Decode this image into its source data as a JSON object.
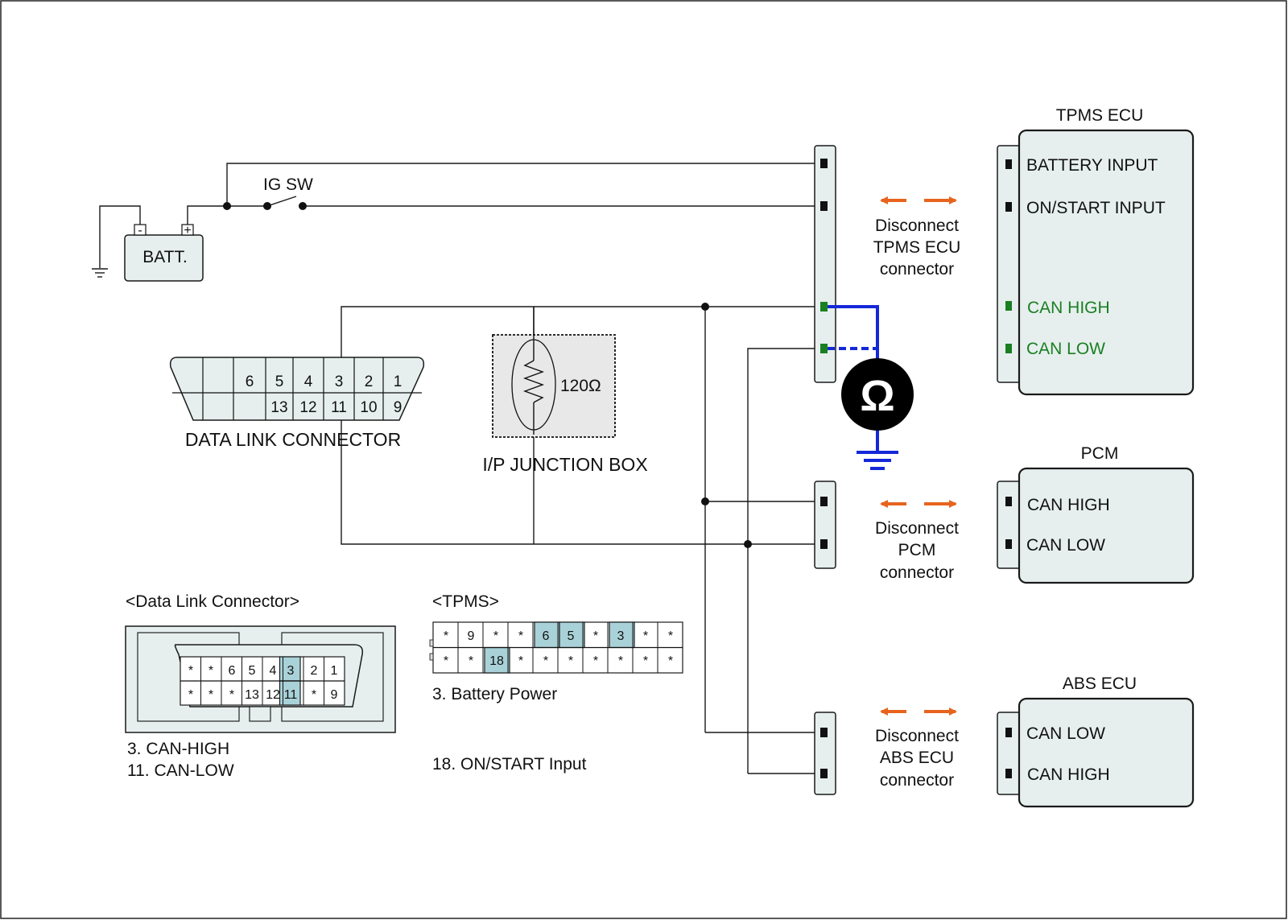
{
  "colors": {
    "box_fill": "#e6efee",
    "highlight": "#a9d2d8",
    "arrow": "#e8641e",
    "can_wire": "#1428d8",
    "can_text": "#1a7f22"
  },
  "battery": {
    "label": "BATT.",
    "neg": "-",
    "pos": "+"
  },
  "ig_switch": {
    "label": "IG SW"
  },
  "dlc": {
    "title": "DATA LINK CONNECTOR",
    "top_pins": [
      "6",
      "5",
      "4",
      "3",
      "2",
      "1"
    ],
    "bottom_pins": [
      "13",
      "12",
      "11",
      "10",
      "9"
    ]
  },
  "junction_box": {
    "title": "I/P JUNCTION BOX",
    "resistor": "120Ω"
  },
  "ohmmeter": {
    "symbol": "Ω"
  },
  "tpms_ecu": {
    "title": "TPMS ECU",
    "pins": [
      "BATTERY INPUT",
      "ON/START INPUT",
      "CAN HIGH",
      "CAN LOW"
    ],
    "disconnect": [
      "Disconnect",
      "TPMS ECU",
      "connector"
    ]
  },
  "pcm": {
    "title": "PCM",
    "pins": [
      "CAN HIGH",
      "CAN LOW"
    ],
    "disconnect": [
      "Disconnect",
      "PCM",
      "connector"
    ]
  },
  "abs_ecu": {
    "title": "ABS ECU",
    "pins": [
      "CAN LOW",
      "CAN HIGH"
    ],
    "disconnect": [
      "Disconnect",
      "ABS ECU",
      "connector"
    ]
  },
  "dlc_detail": {
    "title": "<Data Link Connector>",
    "row1": [
      "*",
      "*",
      "6",
      "5",
      "4",
      "3",
      "2",
      "1"
    ],
    "row2": [
      "*",
      "*",
      "*",
      "13",
      "12",
      "11",
      "*",
      "9"
    ],
    "notes": [
      "3. CAN-HIGH",
      "11. CAN-LOW"
    ]
  },
  "tpms_detail": {
    "title": "<TPMS>",
    "row1": [
      "*",
      "9",
      "*",
      "*",
      "6",
      "5",
      "*",
      "3",
      "*",
      "*"
    ],
    "row2": [
      "*",
      "*",
      "18",
      "*",
      "*",
      "*",
      "*",
      "*",
      "*",
      "*"
    ],
    "notes": [
      "3. Battery Power",
      "18. ON/START Input"
    ]
  }
}
